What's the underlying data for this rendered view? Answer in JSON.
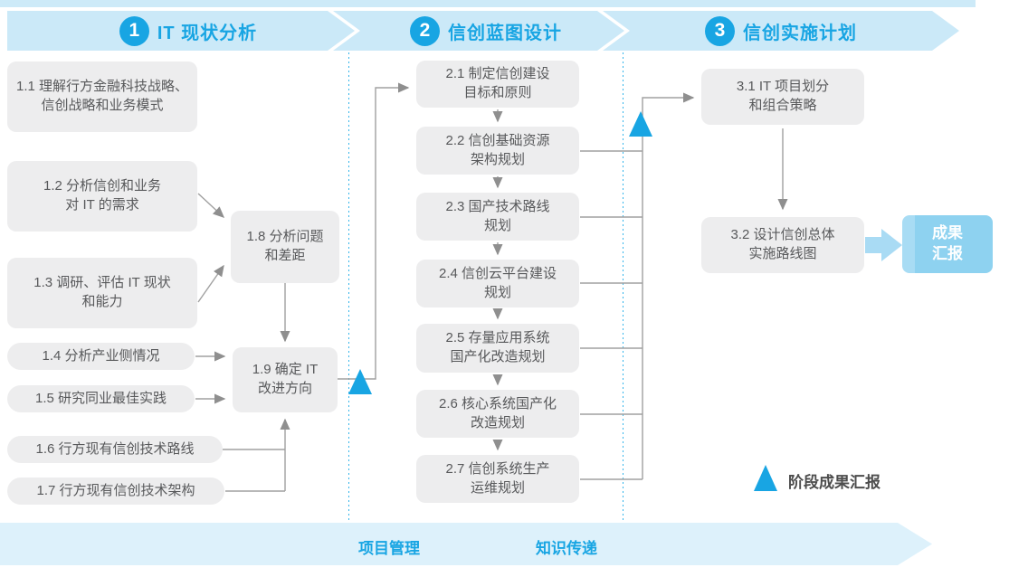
{
  "phases": [
    {
      "num": "1",
      "title": "IT 现状分析"
    },
    {
      "num": "2",
      "title": "信创蓝图设计"
    },
    {
      "num": "3",
      "title": "信创实施计划"
    }
  ],
  "steps": {
    "s11": "1.1 理解行方金融科技战略、\n信创战略和业务模式",
    "s12": "1.2 分析信创和业务\n对 IT 的需求",
    "s13": "1.3 调研、评估 IT 现状\n和能力",
    "s14": "1.4 分析产业侧情况",
    "s15": "1.5 研究同业最佳实践",
    "s16": "1.6 行方现有信创技术路线",
    "s17": "1.7 行方现有信创技术架构",
    "s18": "1.8 分析问题\n和差距",
    "s19": "1.9 确定 IT\n改进方向",
    "s21": "2.1 制定信创建设\n目标和原则",
    "s22": "2.2 信创基础资源\n架构规划",
    "s23": "2.3 国产技术路线\n规划",
    "s24": "2.4 信创云平台建设\n规划",
    "s25": "2.5 存量应用系统\n国产化改造规划",
    "s26": "2.6 核心系统国产化\n改造规划",
    "s27": "2.7 信创系统生产\n运维规划",
    "s31": "3.1 IT 项目划分\n和组合策略",
    "s32": "3.2 设计信创总体\n实施路线图"
  },
  "result_label": "成果\n汇报",
  "legend_label": "阶段成果汇报",
  "footer": [
    "项目管理",
    "知识传递"
  ],
  "colors": {
    "accent": "#18a5e3",
    "band": "#cbe9f8",
    "footer_band": "#ddf1fb",
    "node_bg": "#ededee",
    "node_text": "#58595b",
    "result_bg": "#8ed2f0",
    "connector": "#9f9f9f"
  }
}
